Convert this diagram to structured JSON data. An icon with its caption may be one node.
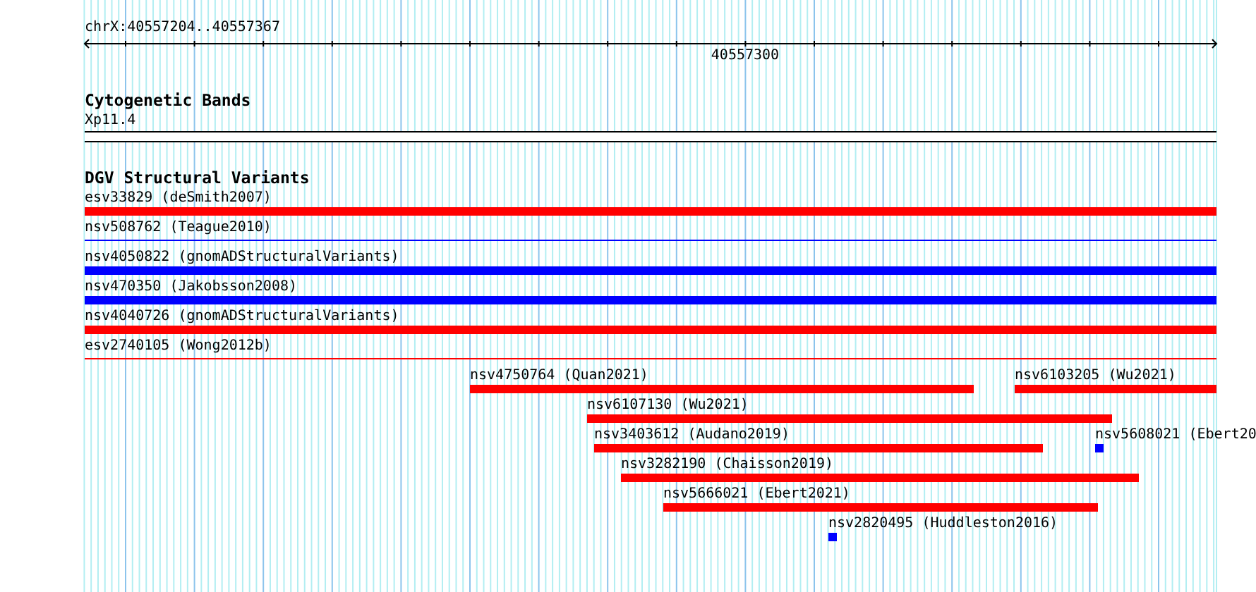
{
  "diagram": {
    "nodes": [
      {
        "text": [
          "Xp11.4"
        ]
      },
      {
        "text": [
          "esv33829 (deSmith2007)"
        ]
      },
      {
        "text": [
          "nsv508762 (Teague2010)"
        ]
      },
      {
        "text": [
          "nsv4050822 (gnomADStructuralVariants)"
        ]
      },
      {
        "text": [
          "nsv470350 (Jakobsson2008)"
        ]
      },
      {
        "text": [
          "nsv4040726 (gnomADStructuralVariants)"
        ]
      },
      {
        "text": [
          "esv2740105 (Wong2012b)"
        ]
      },
      {
        "text": [
          "nsv4750764 (Quan2021)"
        ]
      },
      {
        "text": [
          "nsv6103205 (Wu2021)"
        ]
      },
      {
        "text": [
          "nsv6107130 (Wu2021)"
        ]
      },
      {
        "text": [
          "nsv3403612 (Audano2019)"
        ]
      },
      {
        "text": [
          "nsv5608021 (Ebert20"
        ]
      },
      {
        "text": [
          "nsv3282190 (Chaisson2019)"
        ]
      },
      {
        "text": [
          "nsv5666021 (Ebert2021)"
        ]
      },
      {
        "text": [
          "nsv2820495 (Huddleston2016)"
        ]
      }
    ],
    "labels": [
      "chrX:40557204..40557367",
      "40557300",
      "Cytogenetic Bands",
      "DGV Structural Variants"
    ]
  }
}
